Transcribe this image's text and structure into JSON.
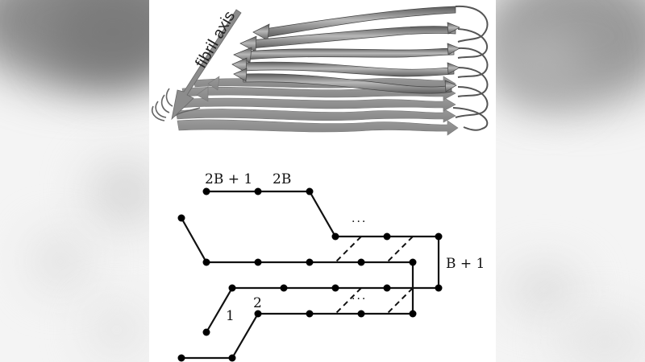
{
  "figure": {
    "top_panel": {
      "description": "3D ribbon rendering of stacked beta-strands forming an amyloid fibril",
      "axis_label": "fibril axis",
      "ribbon_count": 9,
      "colors": {
        "ribbon_dark": "#6e6e6e",
        "ribbon_light": "#9a9a9a",
        "ribbon_flat": "#8f8f8f",
        "arrow": "#8a8a8a"
      }
    },
    "bottom_panel": {
      "description": "Lattice/graph model of stacked strands with dashed inter-strand contacts",
      "labels": {
        "top_left": "2B + 1",
        "top_right": "2B",
        "right": "B + 1",
        "lower_1": "1",
        "lower_2": "2",
        "ellipsis_top": "···",
        "ellipsis_bottom": "···"
      },
      "colors": {
        "edge": "#111111",
        "node": "#000000"
      }
    }
  }
}
